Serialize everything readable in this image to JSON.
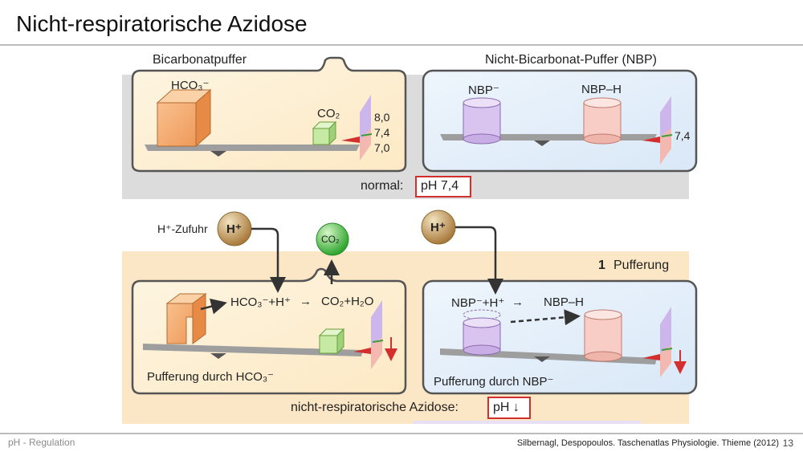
{
  "slide": {
    "title": "Nicht-respiratorische Azidose",
    "footer_left": "pH - Regulation",
    "footer_right": "Silbernagl, Despopoulos. Taschenatlas Physiologie. Thieme (2012)",
    "page_number": "13"
  },
  "top": {
    "bicarb_title": "Bicarbonatpuffer",
    "nbp_title": "Nicht-Bicarbonat-Puffer (NBP)",
    "hco3_label": "HCO₃⁻",
    "co2_label": "CO₂",
    "scale_labels": [
      "8,0",
      "7,4",
      "7,0"
    ],
    "nbp_minus_label": "NBP⁻",
    "nbp_h_label": "NBP–H",
    "nbp_scale_label": "7,4",
    "normal_label": "normal:",
    "normal_value": "pH 7,4"
  },
  "bottom": {
    "h_input_label": "H⁺-Zufuhr",
    "h_ball": "H⁺",
    "co2_ball": "CO₂",
    "step_number": "1",
    "step_label": "Pufferung",
    "bicarb_reaction_left": "HCO₃⁻+H⁺",
    "bicarb_reaction_arrow": "→",
    "bicarb_reaction_right": "CO₂+H₂O",
    "bicarb_caption": "Pufferung durch HCO₃⁻",
    "nbp_reaction_left": "NBP⁻+H⁺",
    "nbp_reaction_arrow": "→",
    "nbp_reaction_right": "NBP–H",
    "nbp_caption": "Pufferung durch NBP⁻",
    "azidose_label": "nicht-respiratorische Azidose:",
    "azidose_value": "pH ↓"
  },
  "colors": {
    "beige_panel": "#fbe6c5",
    "gray_band": "#dcdcdc",
    "blue_panel": "#e8f1fb",
    "orange_cube": "#f7b27a",
    "green_cube": "#bfe59a",
    "purple_cyl": "#d9c4ef",
    "pink_cyl": "#f7cdc6",
    "red_box": "#d32f2f",
    "h_ball": "#c8a86a",
    "co2_ball": "#3fbf3f"
  }
}
